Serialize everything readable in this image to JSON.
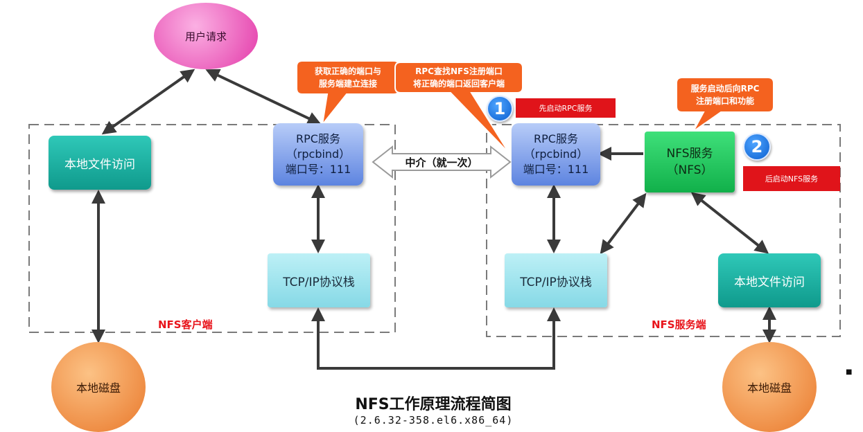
{
  "diagram": {
    "user_request": "用户请求",
    "client_region_label": "NFS客户端",
    "server_region_label": "NFS服务端",
    "client": {
      "local_file_access": "本地文件访问",
      "rpc_title": "RPC服务",
      "rpc_sub": "（rpcbind）",
      "rpc_port": "端口号：111",
      "tcp_stack": "TCP/IP协议栈",
      "local_disk": "本地磁盘"
    },
    "server": {
      "rpc_title": "RPC服务",
      "rpc_sub": "（rpcbind）",
      "rpc_port": "端口号：111",
      "nfs_title": "NFS服务",
      "nfs_sub": "（NFS）",
      "tcp_stack": "TCP/IP协议栈",
      "local_file_access": "本地文件访问",
      "local_disk": "本地磁盘"
    },
    "middle_arrow_label": "中介（就一次）",
    "callouts": {
      "client_rpc_line1": "获取正确的端口与",
      "client_rpc_line2": "服务端建立连接",
      "rpc_query_line1": "RPC查找NFS注册端口",
      "rpc_query_line2": "将正确的端口返回客户端",
      "nfs_register_line1": "服务启动后向RPC",
      "nfs_register_line2": "注册端口和功能"
    },
    "steps": {
      "step1_number": "1",
      "step1_label": "先启动RPC服务",
      "step2_number": "2",
      "step2_label": "后启动NFS服务"
    },
    "title": "NFS工作原理流程简图",
    "subtitle": "(2.6.32-358.el6.x86_64)",
    "edge_marker": "■"
  },
  "colors": {
    "callout_fill": "#f4621f",
    "callout_stroke": "#ffffff",
    "arrow": "#3a3a3a",
    "dashed_border": "#7a7a7a",
    "region_label": "#e8141b",
    "red_tag": "#e0141a",
    "badge": "#0b5fcf"
  }
}
